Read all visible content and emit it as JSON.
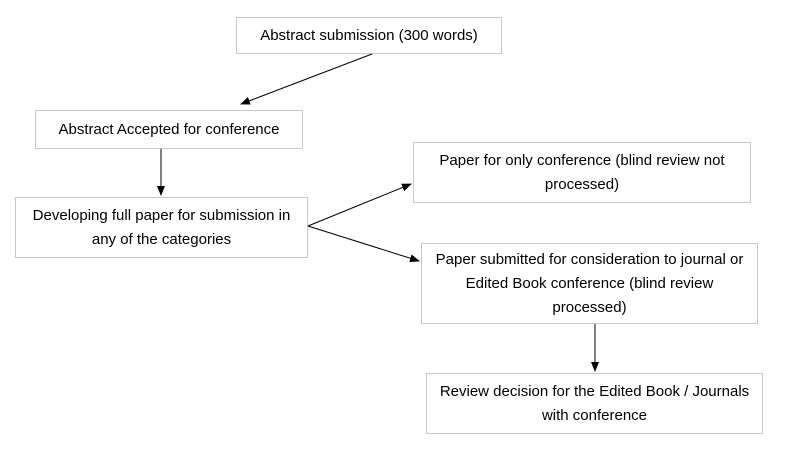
{
  "nodes": {
    "abstract_submission": "Abstract submission (300 words)",
    "abstract_accepted": "Abstract Accepted for conference",
    "developing_full_paper": "Developing full paper for submission in any of the categories",
    "paper_only_conference": "Paper for only conference (blind review not processed)",
    "paper_journal_book": "Paper submitted for consideration to journal or Edited Book conference (blind review processed)",
    "review_decision": "Review decision for the Edited Book / Journals with conference"
  },
  "colors": {
    "border": "#c8c8c8",
    "arrow": "#000000"
  }
}
